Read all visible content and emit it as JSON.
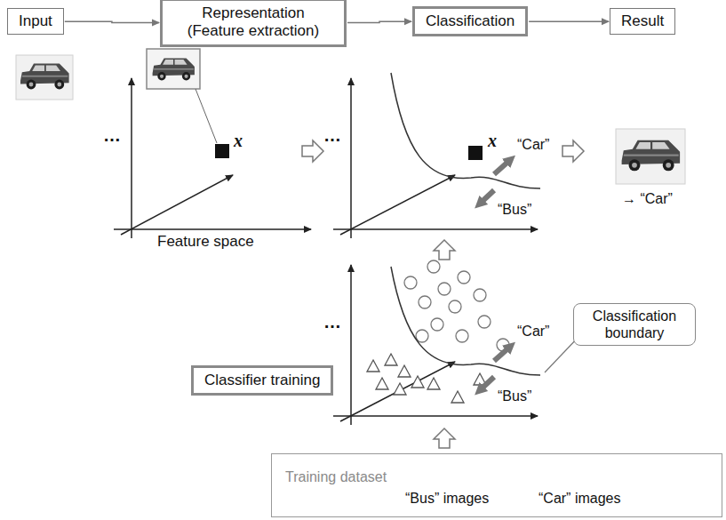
{
  "diagram": {
    "nodes": [
      {
        "text": [
          "Input"
        ]
      },
      {
        "text": [
          "Representation (Feature extraction)"
        ]
      },
      {
        "text": [
          "Classification"
        ]
      },
      {
        "text": [
          "Result"
        ]
      },
      {
        "text": [
          "Classifier training"
        ]
      },
      {
        "text": [
          "Classification boundary"
        ]
      },
      {
        "text": [
          "Training dataset",
          "“Bus” images",
          "“Car” images"
        ]
      }
    ],
    "edges": [
      {
        "from": 0,
        "to": 1,
        "arrow": "to"
      },
      {
        "from": 1,
        "to": 2,
        "arrow": "to"
      },
      {
        "from": 2,
        "to": 3,
        "arrow": "to"
      }
    ],
    "labels": [
      "…",
      "x",
      "Feature space",
      "…",
      "x",
      "“Car”",
      "“Bus”",
      "→ “Car”",
      "…",
      "“Car”",
      "“Bus”"
    ]
  }
}
